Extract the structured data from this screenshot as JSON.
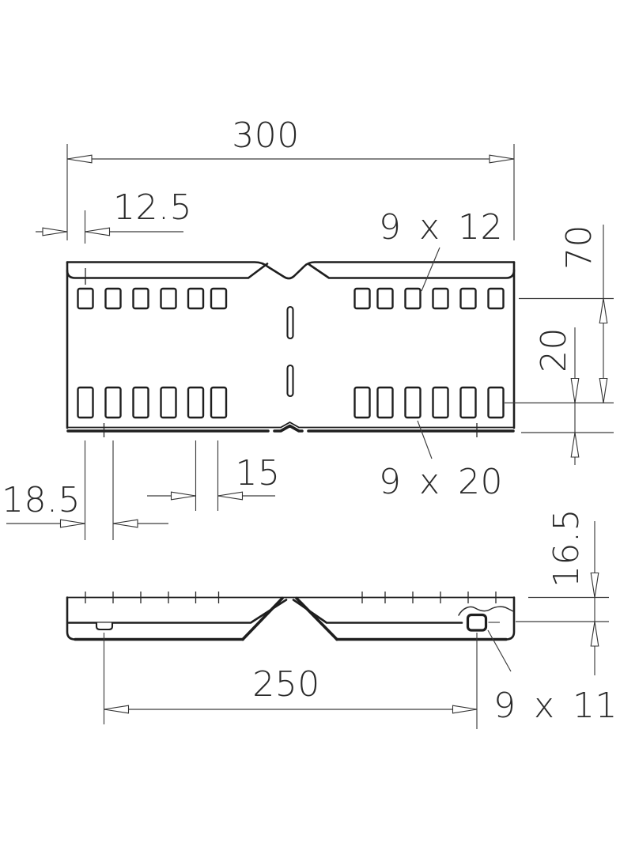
{
  "drawing": {
    "kind": "technical-drawing",
    "description": "Two-view dimensioned drawing of a perforated angle connector plate: top view with two rows of slots and a central bend break, and side profile view below",
    "dimensions": {
      "overall_length": "300",
      "first_slot_offset": "12.5",
      "top_slot_size": "9 x 12",
      "slot_row_spacing": "70",
      "bottom_slot_edge_distance": "20",
      "bottom_slot_size": "9 x 20",
      "end_slot_pitch": "15",
      "slot_pitch": "18.5",
      "profile_height": "16.5",
      "hole_center_distance": "250",
      "side_hole_size": "9 x 11"
    },
    "colors": {
      "background": "#ffffff",
      "outline": "#1e1e1e",
      "dimension_line": "#3c3c3c",
      "text": "#2a2a2a"
    }
  }
}
